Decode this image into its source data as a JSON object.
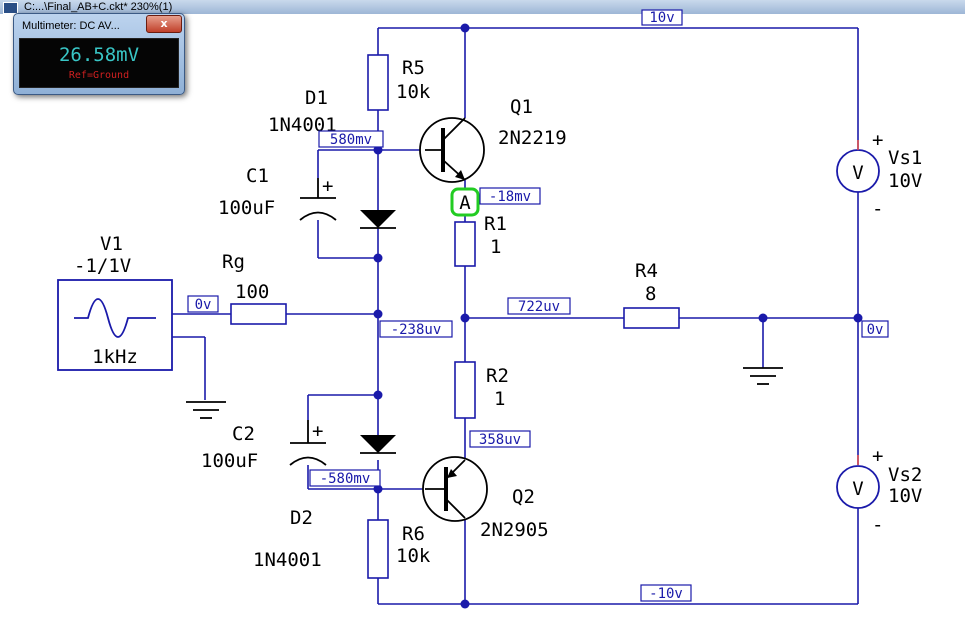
{
  "window": {
    "title": "C:...\\Final_AB+C.ckt* 230%(1)"
  },
  "multimeter": {
    "title": "Multimeter: DC AV...",
    "close_label": "x",
    "reading": "26.58mV",
    "reference": "Ref=Ground"
  },
  "components": {
    "r5": {
      "name": "R5",
      "value": "10k"
    },
    "d1": {
      "name": "D1",
      "value": "1N4001"
    },
    "q1": {
      "name": "Q1",
      "value": "2N2219"
    },
    "c1": {
      "name": "C1",
      "value": "100uF"
    },
    "r1": {
      "name": "R1",
      "value": "1"
    },
    "v1": {
      "name": "V1",
      "value": "-1/1V",
      "freq": "1kHz"
    },
    "rg": {
      "name": "Rg",
      "value": "100"
    },
    "r4": {
      "name": "R4",
      "value": "8"
    },
    "r2": {
      "name": "R2",
      "value": "1"
    },
    "c2": {
      "name": "C2",
      "value": "100uF"
    },
    "q2": {
      "name": "Q2",
      "value": "2N2905"
    },
    "d2": {
      "name": "D2",
      "value": "1N4001"
    },
    "r6": {
      "name": "R6",
      "value": "10k"
    },
    "vs1": {
      "name": "Vs1",
      "value": "10V"
    },
    "vs2": {
      "name": "Vs2",
      "value": "10V"
    }
  },
  "meter_symbols": {
    "voltmeter": "V",
    "ammeter": "A",
    "plus": "+",
    "minus": "-"
  },
  "voltage_tags": {
    "top": "10v",
    "d1_node": "580mv",
    "q1_emitter": "-18mv",
    "v1_out": "0v",
    "mid_node": "-238uv",
    "out_node": "722uv",
    "right_node": "0v",
    "q2_emitter": "358uv",
    "d2_node": "-580mv",
    "bottom": "-10v"
  },
  "colors": {
    "wire": "#1a1aaa",
    "probe_highlight": "#22cc22",
    "meter_display_text": "#39c6c6",
    "meter_ref_text": "#d02020"
  }
}
